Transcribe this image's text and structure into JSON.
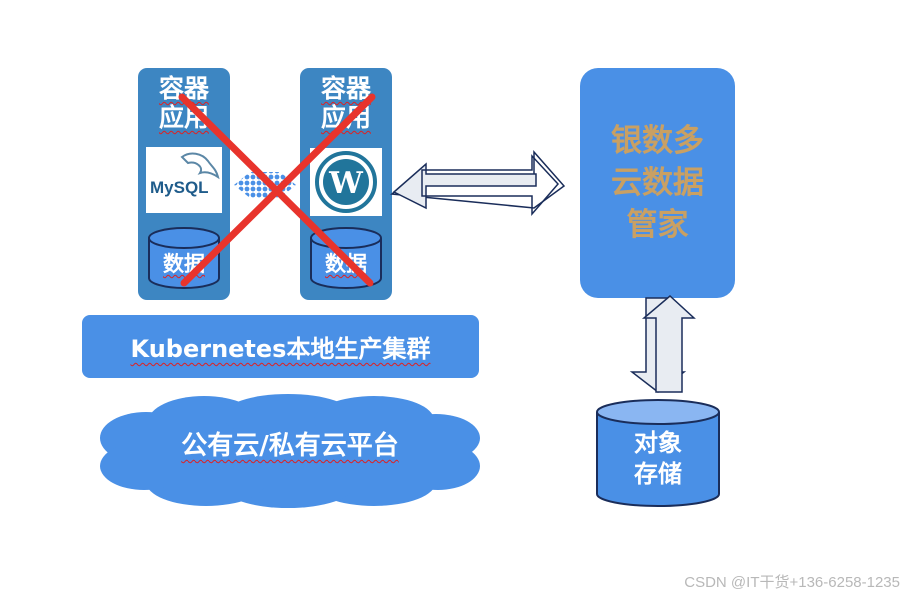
{
  "pods": [
    {
      "title_line1": "容器",
      "title_line2": "应用",
      "logo_text": "MySQL",
      "data_label": "数据"
    },
    {
      "title_line1": "容器",
      "title_line2": "应用",
      "logo_text": "W",
      "data_label": "数据"
    }
  ],
  "cluster_label": "Kubernetes本地生产集群",
  "cloud_label": "公有云/私有云平台",
  "manager": {
    "line1": "银数多",
    "line2": "云数据",
    "line3": "管家"
  },
  "storage": {
    "line1": "对象",
    "line2": "存储"
  },
  "watermark": "CSDN @IT干货+136-6258-1235",
  "colors": {
    "pod": "#3d86c2",
    "blue": "#4a90e6",
    "cross": "#e8342c",
    "manager_text": "#c9a063",
    "arrow_fill": "#e8ecf2"
  }
}
